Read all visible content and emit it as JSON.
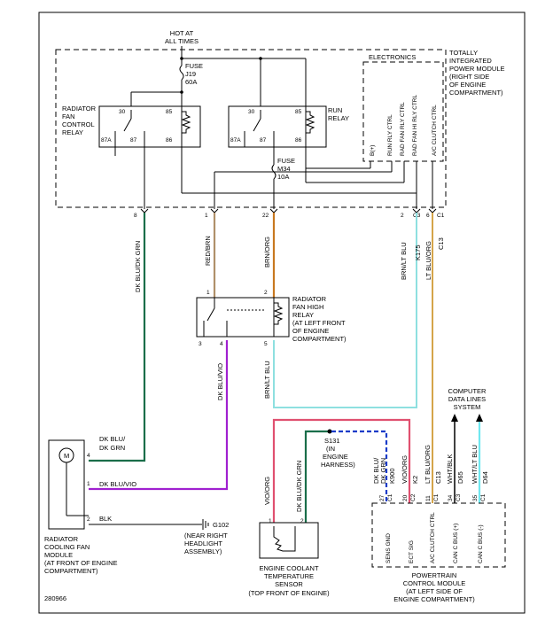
{
  "colors": {
    "dk_blu_dk_grn": "#1a6e4a",
    "red_brn": "#b0906a",
    "brn_org": "#c87820",
    "brn_lt_blu": "#8ee0e0",
    "lt_blu_org": "#d4a44a",
    "dk_blu_vio": "#a020d0",
    "vio_org": "#e05070",
    "can_bus": "#1a3cc8",
    "wht_lt_blu": "#70e8f0"
  },
  "top": {
    "hot_at": "HOT AT",
    "all_times": "ALL TIMES",
    "fuse1": [
      "FUSE",
      "J19",
      "60A"
    ],
    "fuse2": [
      "FUSE",
      "M34",
      "10A"
    ]
  },
  "tipm": {
    "lines": [
      "TOTALLY",
      "INTEGRATED",
      "POWER MODULE",
      "(RIGHT SIDE",
      "OF ENGINE",
      "COMPARTMENT)"
    ],
    "electronics": "ELECTRONICS",
    "ctrl": [
      "B(+)",
      "RUN RLY CTRL",
      "RAD FAN RLY CTRL",
      "RAD FAN HI RLY CTRL",
      "A/C CLUTCH CTRL"
    ],
    "radiator_relay": [
      "RADIATOR",
      "FAN",
      "CONTROL",
      "RELAY"
    ],
    "run_relay": [
      "RUN",
      "RELAY"
    ],
    "relay_pins": [
      "30",
      "85",
      "87A",
      "87",
      "86"
    ]
  },
  "pins": {
    "p8": "8",
    "p1": "1",
    "p22": "22",
    "p2": "2",
    "p6": "6",
    "c3": "C3",
    "c1": "C1"
  },
  "wires": {
    "w1": "DK BLU/DK GRN",
    "w2": "RED/BRN",
    "w3": "BRN/ORG",
    "w4": "BRN/LT BLU",
    "w4b": "K175",
    "w5": "LT BLU/ORG",
    "w5b": "C13",
    "w6": "DK BLU/VIO",
    "w7": "BRN/LT BLU",
    "w8": "VIO/ORG",
    "w9": "DK BLU/DK GRN"
  },
  "hi_relay": {
    "lines": [
      "RADIATOR",
      "FAN HIGH",
      "RELAY",
      "(AT LEFT FRONT",
      "OF ENGINE",
      "COMPARTMENT)"
    ],
    "pins": [
      "1",
      "2",
      "3",
      "4",
      "5"
    ]
  },
  "fan": {
    "motor": "M",
    "w_top": "DK BLU/",
    "w_top2": "DK GRN",
    "w_mid": "DK BLU/VIO",
    "w_bot": "BLK",
    "pins": [
      "4",
      "1",
      "2"
    ],
    "name": [
      "RADIATOR",
      "COOLING FAN",
      "MODULE",
      "(AT FRONT OF ENGINE",
      "COMPARTMENT)"
    ]
  },
  "ground": {
    "id": "G102",
    "lines": [
      "(NEAR RIGHT",
      "HEADLIGHT",
      "ASSEMBLY)"
    ]
  },
  "splice": {
    "id": "S131",
    "lines": [
      "(IN",
      "ENGINE",
      "HARNESS)"
    ]
  },
  "sensor": {
    "wires": [
      "VIO/ORG",
      "DK BLU/DK GRN"
    ],
    "pins": [
      "1",
      "2"
    ],
    "name": [
      "ENGINE COOLANT",
      "TEMPERATURE",
      "SENSOR",
      "(TOP FRONT OF ENGINE)"
    ]
  },
  "cdl": {
    "lines": [
      "COMPUTER",
      "DATA LINES",
      "SYSTEM"
    ]
  },
  "pcm": {
    "wires": [
      {
        "name": "DK BLU/",
        "name2": "DK GRN",
        "code": "K900",
        "pin": "27",
        "conn": "C1",
        "func": "SENS GND"
      },
      {
        "name": "VIO/ORG",
        "name2": "",
        "code": "K2",
        "pin": "20",
        "conn": "C2",
        "func": "ECT SIG"
      },
      {
        "name": "LT BLU/ORG",
        "name2": "",
        "code": "C13",
        "pin": "11",
        "conn": "C1",
        "func": "A/C CLUTCH CTRL"
      },
      {
        "name": "WHT/BLK",
        "name2": "",
        "code": "D65",
        "pin": "34",
        "conn": "C3",
        "func": "CAN C BUS (+)"
      },
      {
        "name": "WHT/LT BLU",
        "name2": "",
        "code": "D64",
        "pin": "35",
        "conn": "C1",
        "func": "CAN C BUS (-)"
      }
    ],
    "name": [
      "POWERTRAIN",
      "CONTROL MODULE",
      "(AT LEFT SIDE OF",
      "ENGINE COMPARTMENT)"
    ]
  },
  "doc_id": "280966"
}
